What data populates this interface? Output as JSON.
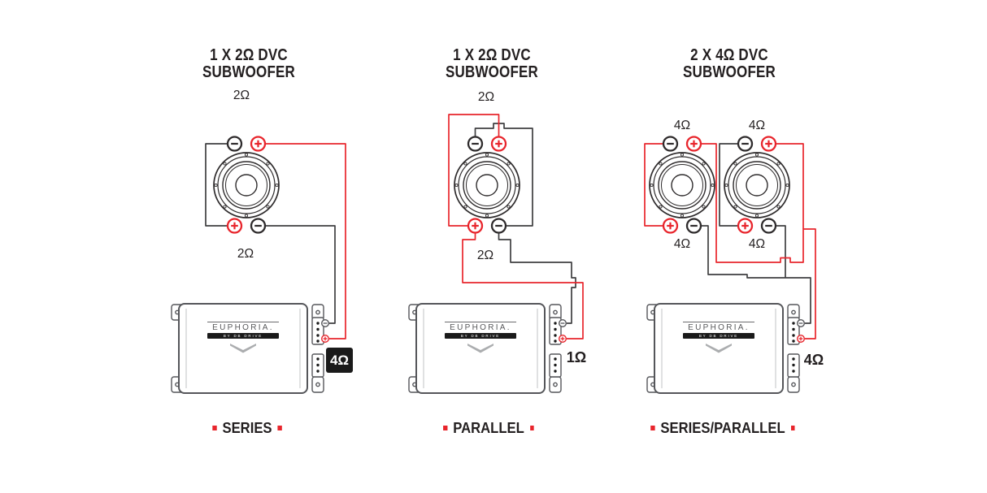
{
  "amp": {
    "brand": "EUPHORIA.",
    "brand_sub": "BY DB DRIVE"
  },
  "colors": {
    "red": "#e8252c",
    "ink": "#231f20",
    "wire_black": "#3f3f41",
    "amp_outline": "#55565a",
    "chevron_gray": "#abadaf"
  },
  "diagrams": [
    {
      "title_line1": "1 X 2Ω DVC",
      "title_line2": "SUBWOOFER",
      "mode": "SERIES",
      "result_impedance": "4Ω",
      "result_style": "boxed",
      "speakers": [
        {
          "coil_top_label": "2Ω",
          "coil_bottom_label": "2Ω"
        }
      ]
    },
    {
      "title_line1": "1 X 2Ω DVC",
      "title_line2": "SUBWOOFER",
      "mode": "PARALLEL",
      "result_impedance": "1Ω",
      "result_style": "plain",
      "speakers": [
        {
          "coil_top_label": "2Ω",
          "coil_bottom_label": "2Ω"
        }
      ]
    },
    {
      "title_line1": "2 X 4Ω DVC",
      "title_line2": "SUBWOOFER",
      "mode": "SERIES/PARALLEL",
      "result_impedance": "4Ω",
      "result_style": "plain",
      "speakers": [
        {
          "coil_top_label": "4Ω",
          "coil_bottom_label": "4Ω"
        },
        {
          "coil_top_label": "4Ω",
          "coil_bottom_label": "4Ω"
        }
      ]
    }
  ]
}
